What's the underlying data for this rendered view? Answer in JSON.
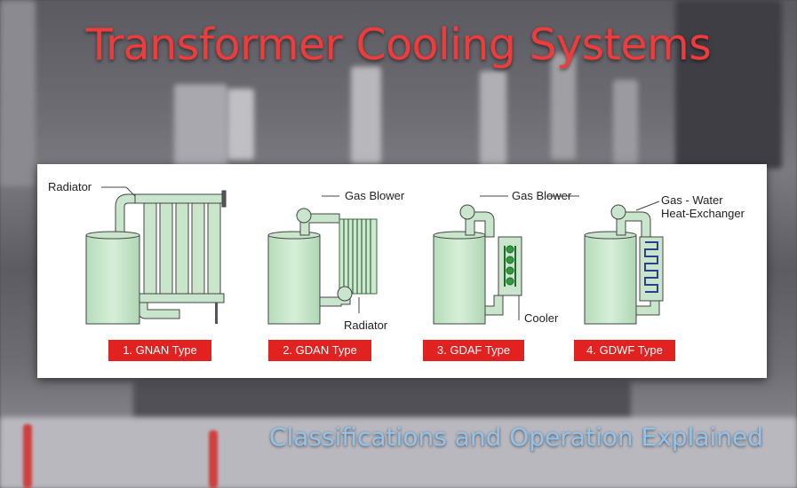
{
  "title": "Transformer Cooling Systems",
  "subtitle": "Classifications and Operation Explained",
  "colors": {
    "title": "#ef3b3b",
    "subtitle": "#8fc4ee",
    "badge": "#e22121",
    "tank": "#c9e6cc",
    "cooler_fins": "#2f9a3d",
    "exchanger_coil": "#2e3f8f"
  },
  "diagrams": [
    {
      "type_label": "1. GNAN Type",
      "labels": [
        "Radiator"
      ]
    },
    {
      "type_label": "2. GDAN Type",
      "labels": [
        "Gas Blower",
        "Radiator"
      ]
    },
    {
      "type_label": "3. GDAF Type",
      "labels": [
        "Gas Blower",
        "Cooler"
      ]
    },
    {
      "type_label": "4. GDWF Type",
      "labels": [
        "Gas - Water",
        "Heat-Exchanger"
      ]
    }
  ]
}
